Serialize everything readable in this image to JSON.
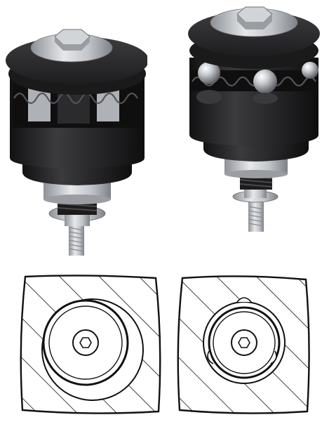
{
  "figure": {
    "views": [
      {
        "id": "photo-left",
        "kind": "product-photo",
        "variant": "segment-clamp"
      },
      {
        "id": "photo-right",
        "kind": "product-photo",
        "variant": "ball-clamp"
      },
      {
        "id": "section-left",
        "kind": "line-drawing",
        "variant": "segment-clamp"
      },
      {
        "id": "section-right",
        "kind": "line-drawing",
        "variant": "ball-clamp"
      }
    ],
    "colors": {
      "body": "#2a2a2c",
      "body_dark": "#161617",
      "steel": "#b9bcc0",
      "steel_light": "#e2e4e6",
      "spring": "#3a3a3a",
      "ink": "#111111",
      "background": "#ffffff"
    }
  }
}
